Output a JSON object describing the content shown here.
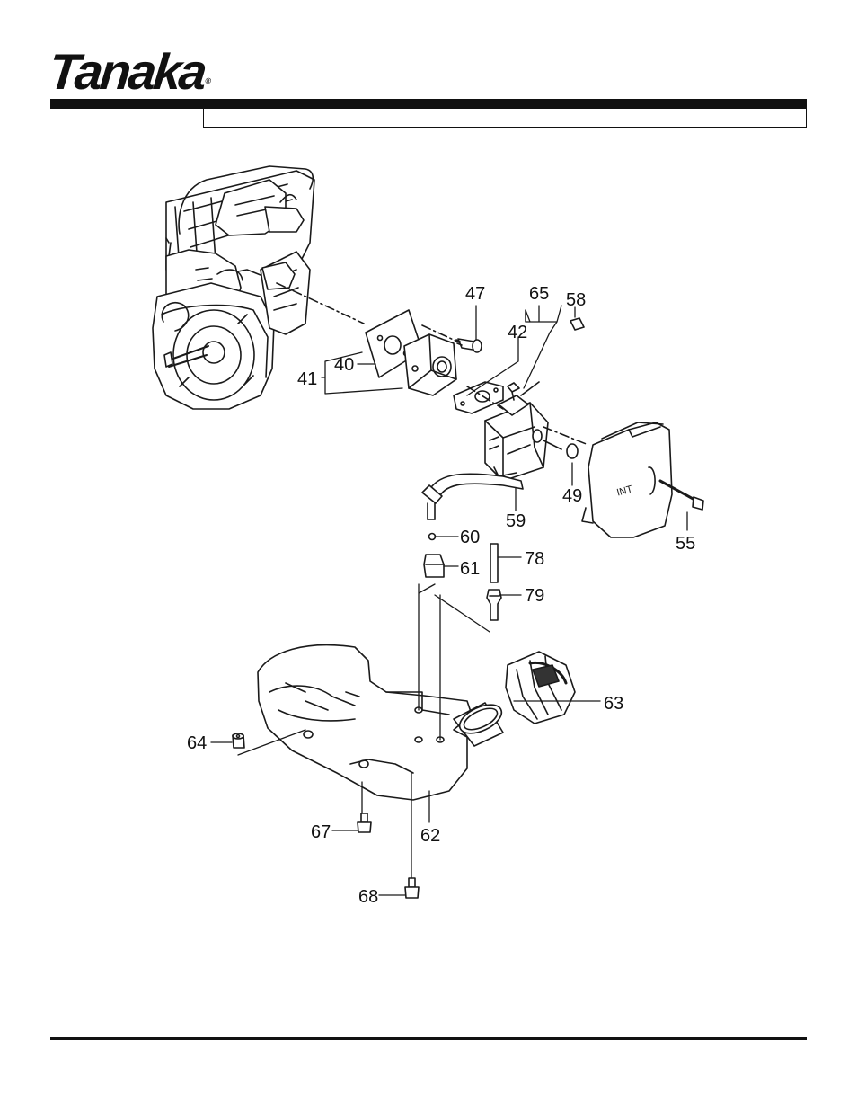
{
  "brand": {
    "logo_text": "Tanaka",
    "registered_mark": "®"
  },
  "header": {
    "title": ""
  },
  "diagram": {
    "part_labels": [
      {
        "id": "40",
        "text": "40"
      },
      {
        "id": "41",
        "text": "41"
      },
      {
        "id": "42",
        "text": "42"
      },
      {
        "id": "47",
        "text": "47"
      },
      {
        "id": "49",
        "text": "49"
      },
      {
        "id": "55",
        "text": "55"
      },
      {
        "id": "58",
        "text": "58"
      },
      {
        "id": "59",
        "text": "59"
      },
      {
        "id": "60",
        "text": "60"
      },
      {
        "id": "61",
        "text": "61"
      },
      {
        "id": "62",
        "text": "62"
      },
      {
        "id": "63",
        "text": "63"
      },
      {
        "id": "64",
        "text": "64"
      },
      {
        "id": "65",
        "text": "65"
      },
      {
        "id": "67",
        "text": "67"
      },
      {
        "id": "68",
        "text": "68"
      },
      {
        "id": "78",
        "text": "78"
      },
      {
        "id": "79",
        "text": "79"
      }
    ],
    "cover_text": "INT"
  }
}
